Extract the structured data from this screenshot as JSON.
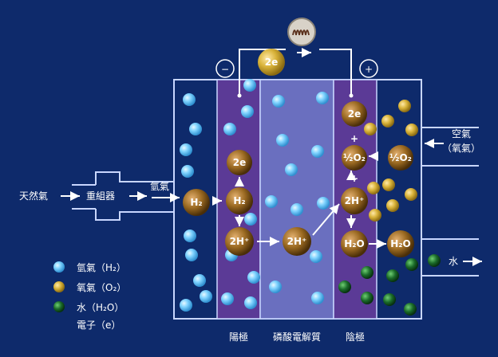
{
  "colors": {
    "background": "#0e2a6b",
    "anode_band": "#5b3a96",
    "electrolyte_band": "#6a6fbf",
    "cathode_band": "#5b3a96",
    "hydrogen": "#7fd3ff",
    "oxygen": "#d9b33a",
    "water": "#1b6b2a",
    "electron": "#d9b33a"
  },
  "icons": [
    "resistor-coil-icon",
    "minus-terminal-icon",
    "plus-terminal-icon"
  ],
  "labels": {
    "natural_gas": "天然氣",
    "reformer": "重組器",
    "hydrogen_gas": "氫氣",
    "air": "空氣",
    "air_oxygen": "（氧氣）",
    "water_out": "水",
    "anode": "陽極",
    "electrolyte": "磷酸電解質",
    "cathode": "陰極",
    "minus": "−",
    "plus": "+"
  },
  "legend": [
    {
      "name": "hydrogen",
      "text": "氫氣（H₂）"
    },
    {
      "name": "oxygen",
      "text": "氧氣（O₂）"
    },
    {
      "name": "water",
      "text": "水（H₂O）"
    },
    {
      "name": "electron",
      "text": "電子（e）"
    }
  ],
  "balls": {
    "circuit_electron": "2e",
    "anode_electron": "2e",
    "anode_h2": "H₂",
    "anode_h2_split": "H₂",
    "anode_proton": "2H⁺",
    "electrolyte_proton": "2H⁺",
    "cathode_electron": "2e",
    "cathode_half_o2": "½O₂",
    "cathode_proton": "2H⁺",
    "cathode_water": "H₂O",
    "air_half_o2": "½O₂",
    "out_water": "H₂O",
    "cathode_plus_1": "+",
    "cathode_plus_2": "+"
  }
}
